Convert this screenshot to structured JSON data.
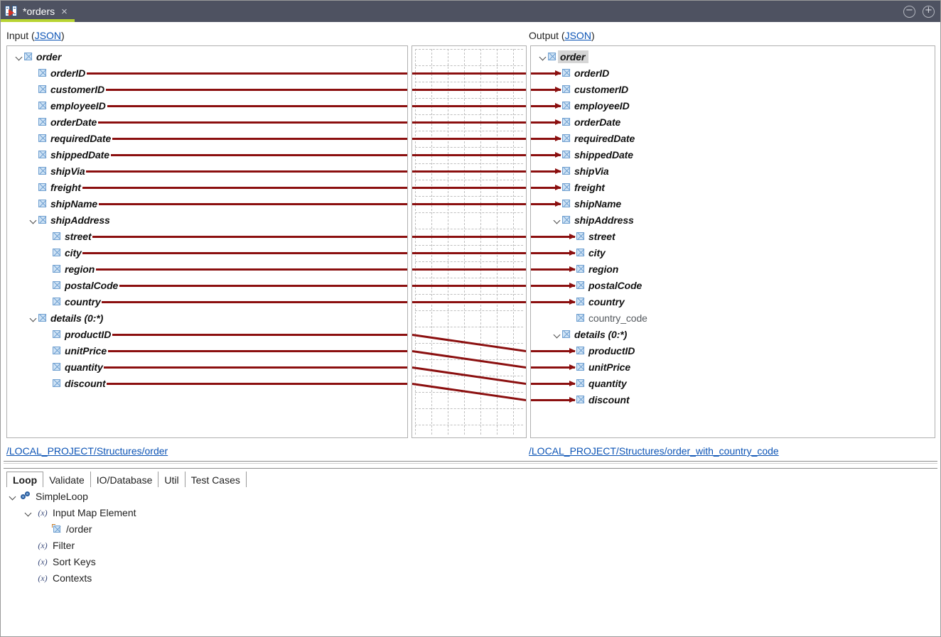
{
  "window": {
    "tab_title": "*orders",
    "tab_icon": "map-transform-icon",
    "close_glyph": "×",
    "minimize_glyph": "−",
    "maximize_glyph": "+",
    "accent_color": "#b8d432",
    "titlebar_color": "#4e5261"
  },
  "mapping": {
    "input_label": "Input (",
    "input_link": "JSON",
    "input_label_close": ")",
    "output_label": "Output (",
    "output_link": "JSON",
    "output_label_close": ")",
    "input_path": "/LOCAL_PROJECT/Structures/order",
    "output_path": "/LOCAL_PROJECT/Structures/order_with_country_code",
    "link_color": "#8b0f0f",
    "input_tree": [
      {
        "label": "order",
        "depth": 0,
        "twisty": true,
        "mapped": false
      },
      {
        "label": "orderID",
        "depth": 1,
        "twisty": false,
        "mapped": true
      },
      {
        "label": "customerID",
        "depth": 1,
        "twisty": false,
        "mapped": true
      },
      {
        "label": "employeeID",
        "depth": 1,
        "twisty": false,
        "mapped": true
      },
      {
        "label": "orderDate",
        "depth": 1,
        "twisty": false,
        "mapped": true
      },
      {
        "label": "requiredDate",
        "depth": 1,
        "twisty": false,
        "mapped": true
      },
      {
        "label": "shippedDate",
        "depth": 1,
        "twisty": false,
        "mapped": true
      },
      {
        "label": "shipVia",
        "depth": 1,
        "twisty": false,
        "mapped": true
      },
      {
        "label": "freight",
        "depth": 1,
        "twisty": false,
        "mapped": true
      },
      {
        "label": "shipName",
        "depth": 1,
        "twisty": false,
        "mapped": true
      },
      {
        "label": "shipAddress",
        "depth": 1,
        "twisty": true,
        "mapped": false
      },
      {
        "label": "street",
        "depth": 2,
        "twisty": false,
        "mapped": true
      },
      {
        "label": "city",
        "depth": 2,
        "twisty": false,
        "mapped": true
      },
      {
        "label": "region",
        "depth": 2,
        "twisty": false,
        "mapped": true
      },
      {
        "label": "postalCode",
        "depth": 2,
        "twisty": false,
        "mapped": true
      },
      {
        "label": "country",
        "depth": 2,
        "twisty": false,
        "mapped": true
      },
      {
        "label": "details (0:*)",
        "depth": 1,
        "twisty": true,
        "mapped": false
      },
      {
        "label": "productID",
        "depth": 2,
        "twisty": false,
        "mapped": true
      },
      {
        "label": "unitPrice",
        "depth": 2,
        "twisty": false,
        "mapped": true
      },
      {
        "label": "quantity",
        "depth": 2,
        "twisty": false,
        "mapped": true
      },
      {
        "label": "discount",
        "depth": 2,
        "twisty": false,
        "mapped": true
      }
    ],
    "output_tree": [
      {
        "label": "order",
        "depth": 0,
        "twisty": true,
        "mapped": false,
        "selected": true
      },
      {
        "label": "orderID",
        "depth": 1,
        "twisty": false,
        "mapped": true
      },
      {
        "label": "customerID",
        "depth": 1,
        "twisty": false,
        "mapped": true
      },
      {
        "label": "employeeID",
        "depth": 1,
        "twisty": false,
        "mapped": true
      },
      {
        "label": "orderDate",
        "depth": 1,
        "twisty": false,
        "mapped": true
      },
      {
        "label": "requiredDate",
        "depth": 1,
        "twisty": false,
        "mapped": true
      },
      {
        "label": "shippedDate",
        "depth": 1,
        "twisty": false,
        "mapped": true
      },
      {
        "label": "shipVia",
        "depth": 1,
        "twisty": false,
        "mapped": true
      },
      {
        "label": "freight",
        "depth": 1,
        "twisty": false,
        "mapped": true
      },
      {
        "label": "shipName",
        "depth": 1,
        "twisty": false,
        "mapped": true
      },
      {
        "label": "shipAddress",
        "depth": 1,
        "twisty": true,
        "mapped": false
      },
      {
        "label": "street",
        "depth": 2,
        "twisty": false,
        "mapped": true
      },
      {
        "label": "city",
        "depth": 2,
        "twisty": false,
        "mapped": true
      },
      {
        "label": "region",
        "depth": 2,
        "twisty": false,
        "mapped": true
      },
      {
        "label": "postalCode",
        "depth": 2,
        "twisty": false,
        "mapped": true
      },
      {
        "label": "country",
        "depth": 2,
        "twisty": false,
        "mapped": true
      },
      {
        "label": "country_code",
        "depth": 2,
        "twisty": false,
        "mapped": false,
        "unmapped_style": true
      },
      {
        "label": "details (0:*)",
        "depth": 1,
        "twisty": true,
        "mapped": false
      },
      {
        "label": "productID",
        "depth": 2,
        "twisty": false,
        "mapped": true
      },
      {
        "label": "unitPrice",
        "depth": 2,
        "twisty": false,
        "mapped": true
      },
      {
        "label": "quantity",
        "depth": 2,
        "twisty": false,
        "mapped": true
      },
      {
        "label": "discount",
        "depth": 2,
        "twisty": false,
        "mapped": true
      }
    ],
    "links": [
      {
        "from": "orderID",
        "to": "orderID"
      },
      {
        "from": "customerID",
        "to": "customerID"
      },
      {
        "from": "employeeID",
        "to": "employeeID"
      },
      {
        "from": "orderDate",
        "to": "orderDate"
      },
      {
        "from": "requiredDate",
        "to": "requiredDate"
      },
      {
        "from": "shippedDate",
        "to": "shippedDate"
      },
      {
        "from": "shipVia",
        "to": "shipVia"
      },
      {
        "from": "freight",
        "to": "freight"
      },
      {
        "from": "shipName",
        "to": "shipName"
      },
      {
        "from": "street",
        "to": "street"
      },
      {
        "from": "city",
        "to": "city"
      },
      {
        "from": "region",
        "to": "region"
      },
      {
        "from": "postalCode",
        "to": "postalCode"
      },
      {
        "from": "country",
        "to": "country"
      },
      {
        "from": "productID",
        "to": "productID"
      },
      {
        "from": "unitPrice",
        "to": "unitPrice"
      },
      {
        "from": "quantity",
        "to": "quantity"
      },
      {
        "from": "discount",
        "to": "discount"
      }
    ]
  },
  "bottom": {
    "tabs": [
      {
        "label": "Loop",
        "active": true
      },
      {
        "label": "Validate",
        "active": false
      },
      {
        "label": "IO/Database",
        "active": false
      },
      {
        "label": "Util",
        "active": false
      },
      {
        "label": "Test Cases",
        "active": false
      }
    ],
    "tree": [
      {
        "label": "SimpleLoop",
        "depth": 0,
        "twisty": true,
        "icon": "loop-icon"
      },
      {
        "label": "Input Map Element",
        "depth": 1,
        "twisty": true,
        "icon": "fx-icon"
      },
      {
        "label": "/order",
        "depth": 2,
        "twisty": false,
        "icon": "order-ref-icon"
      },
      {
        "label": "Filter",
        "depth": 1,
        "twisty": false,
        "icon": "fx-icon"
      },
      {
        "label": "Sort Keys",
        "depth": 1,
        "twisty": false,
        "icon": "fx-icon"
      },
      {
        "label": "Contexts",
        "depth": 1,
        "twisty": false,
        "icon": "fx-icon"
      }
    ],
    "fx_glyph": "(x)"
  }
}
